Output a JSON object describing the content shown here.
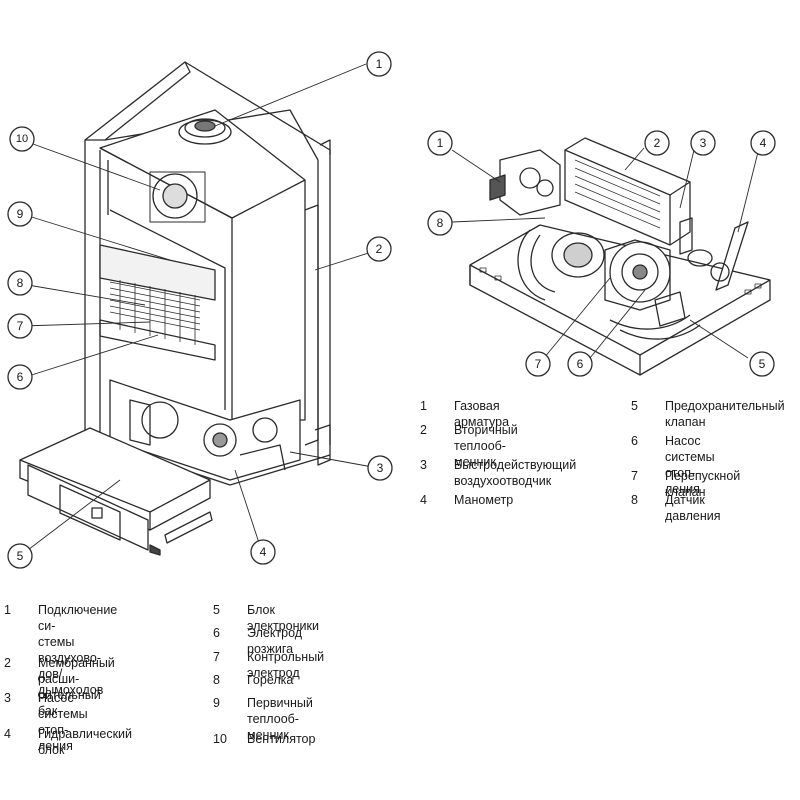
{
  "left_callouts": [
    "1",
    "2",
    "3",
    "4",
    "5",
    "6",
    "7",
    "8",
    "9",
    "10"
  ],
  "right_callouts": [
    "1",
    "2",
    "3",
    "4",
    "5",
    "6",
    "7",
    "8"
  ],
  "right_legend": [
    {
      "num": "1",
      "text": "Газовая арматура"
    },
    {
      "num": "2",
      "text": "Вторичный теплооб-\nменник"
    },
    {
      "num": "3",
      "text": "Быстродействующий\nвоздухоотводчик"
    },
    {
      "num": "4",
      "text": "Манометр"
    },
    {
      "num": "5",
      "text": "Предохранительный\nклапан"
    },
    {
      "num": "6",
      "text": "Насос системы отоп-\nления"
    },
    {
      "num": "7",
      "text": "Перепускной клапан"
    },
    {
      "num": "8",
      "text": "Датчик давления"
    }
  ],
  "left_legend": [
    {
      "num": "1",
      "text": "Подключение си-\nстемы воздухово-\nдов/дымоходов"
    },
    {
      "num": "2",
      "text": "Мембранный расши-\nрительный бак"
    },
    {
      "num": "3",
      "text": "Насос системы отоп-\nления"
    },
    {
      "num": "4",
      "text": "Гидравлический блок"
    },
    {
      "num": "5",
      "text": "Блок электроники"
    },
    {
      "num": "6",
      "text": "Электрод розжига"
    },
    {
      "num": "7",
      "text": "Контрольный электрод"
    },
    {
      "num": "8",
      "text": "Горелка"
    },
    {
      "num": "9",
      "text": "Первичный теплооб-\nменник"
    },
    {
      "num": "10",
      "text": "Вентилятор"
    }
  ]
}
